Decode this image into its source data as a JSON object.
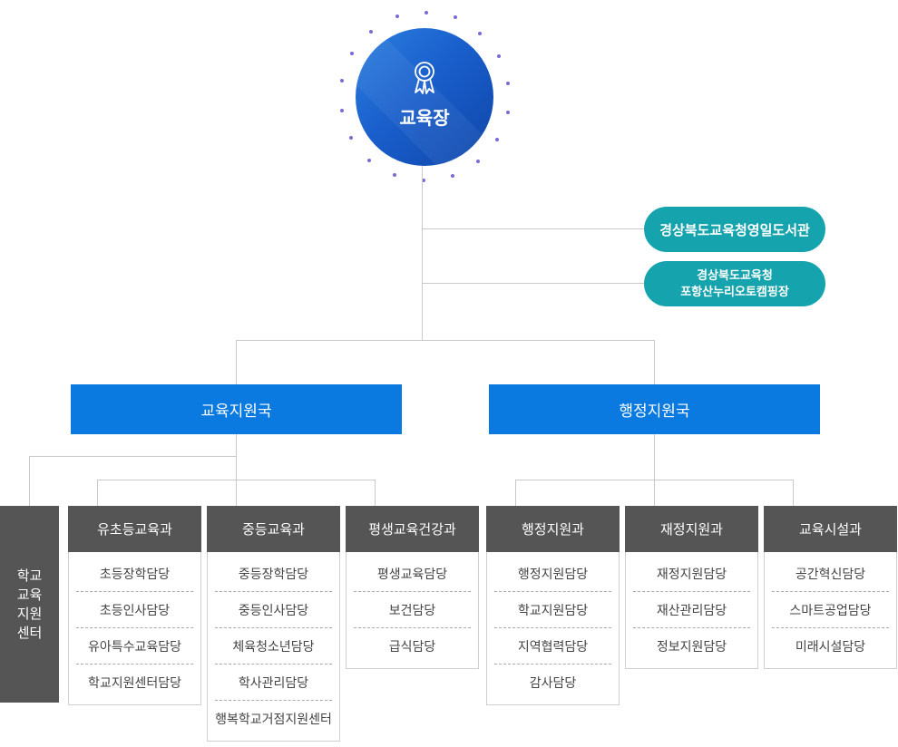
{
  "chief": {
    "label": "교육장",
    "icon": "medal-icon"
  },
  "affiliates": [
    {
      "lines": [
        "경상북도교육청영일도서관"
      ]
    },
    {
      "lines": [
        "경상북도교육청",
        "포항산누리오토캠핑장"
      ]
    }
  ],
  "bureaus": [
    {
      "label": "교육지원국"
    },
    {
      "label": "행정지원국"
    }
  ],
  "school_support_center": {
    "lines": [
      "학교",
      "교육",
      "지원",
      "센터"
    ]
  },
  "departments": [
    {
      "name": "유초등교육과",
      "items": [
        "초등장학담당",
        "초등인사담당",
        "유아특수교육담당",
        "학교지원센터담당"
      ]
    },
    {
      "name": "중등교육과",
      "items": [
        "중등장학담당",
        "중등인사담당",
        "체육청소년담당",
        "학사관리담당",
        "행복학교거점지원센터"
      ]
    },
    {
      "name": "평생교육건강과",
      "items": [
        "평생교육담당",
        "보건담당",
        "급식담당"
      ]
    },
    {
      "name": "행정지원과",
      "items": [
        "행정지원담당",
        "학교지원담당",
        "지역협력담당",
        "감사담당"
      ]
    },
    {
      "name": "재정지원과",
      "items": [
        "재정지원담당",
        "재산관리담당",
        "정보지원담당"
      ]
    },
    {
      "name": "교육시설과",
      "items": [
        "공간혁신담당",
        "스마트공업담당",
        "미래시설담당"
      ]
    }
  ],
  "colors": {
    "chief_blue": "#1a5fcc",
    "bureau_blue": "#0a7ae0",
    "affiliate_teal": "#15a3ad",
    "dept_gray": "#555555",
    "connector_gray": "#c9c9c9",
    "dot_purple": "#7a6ad8"
  }
}
